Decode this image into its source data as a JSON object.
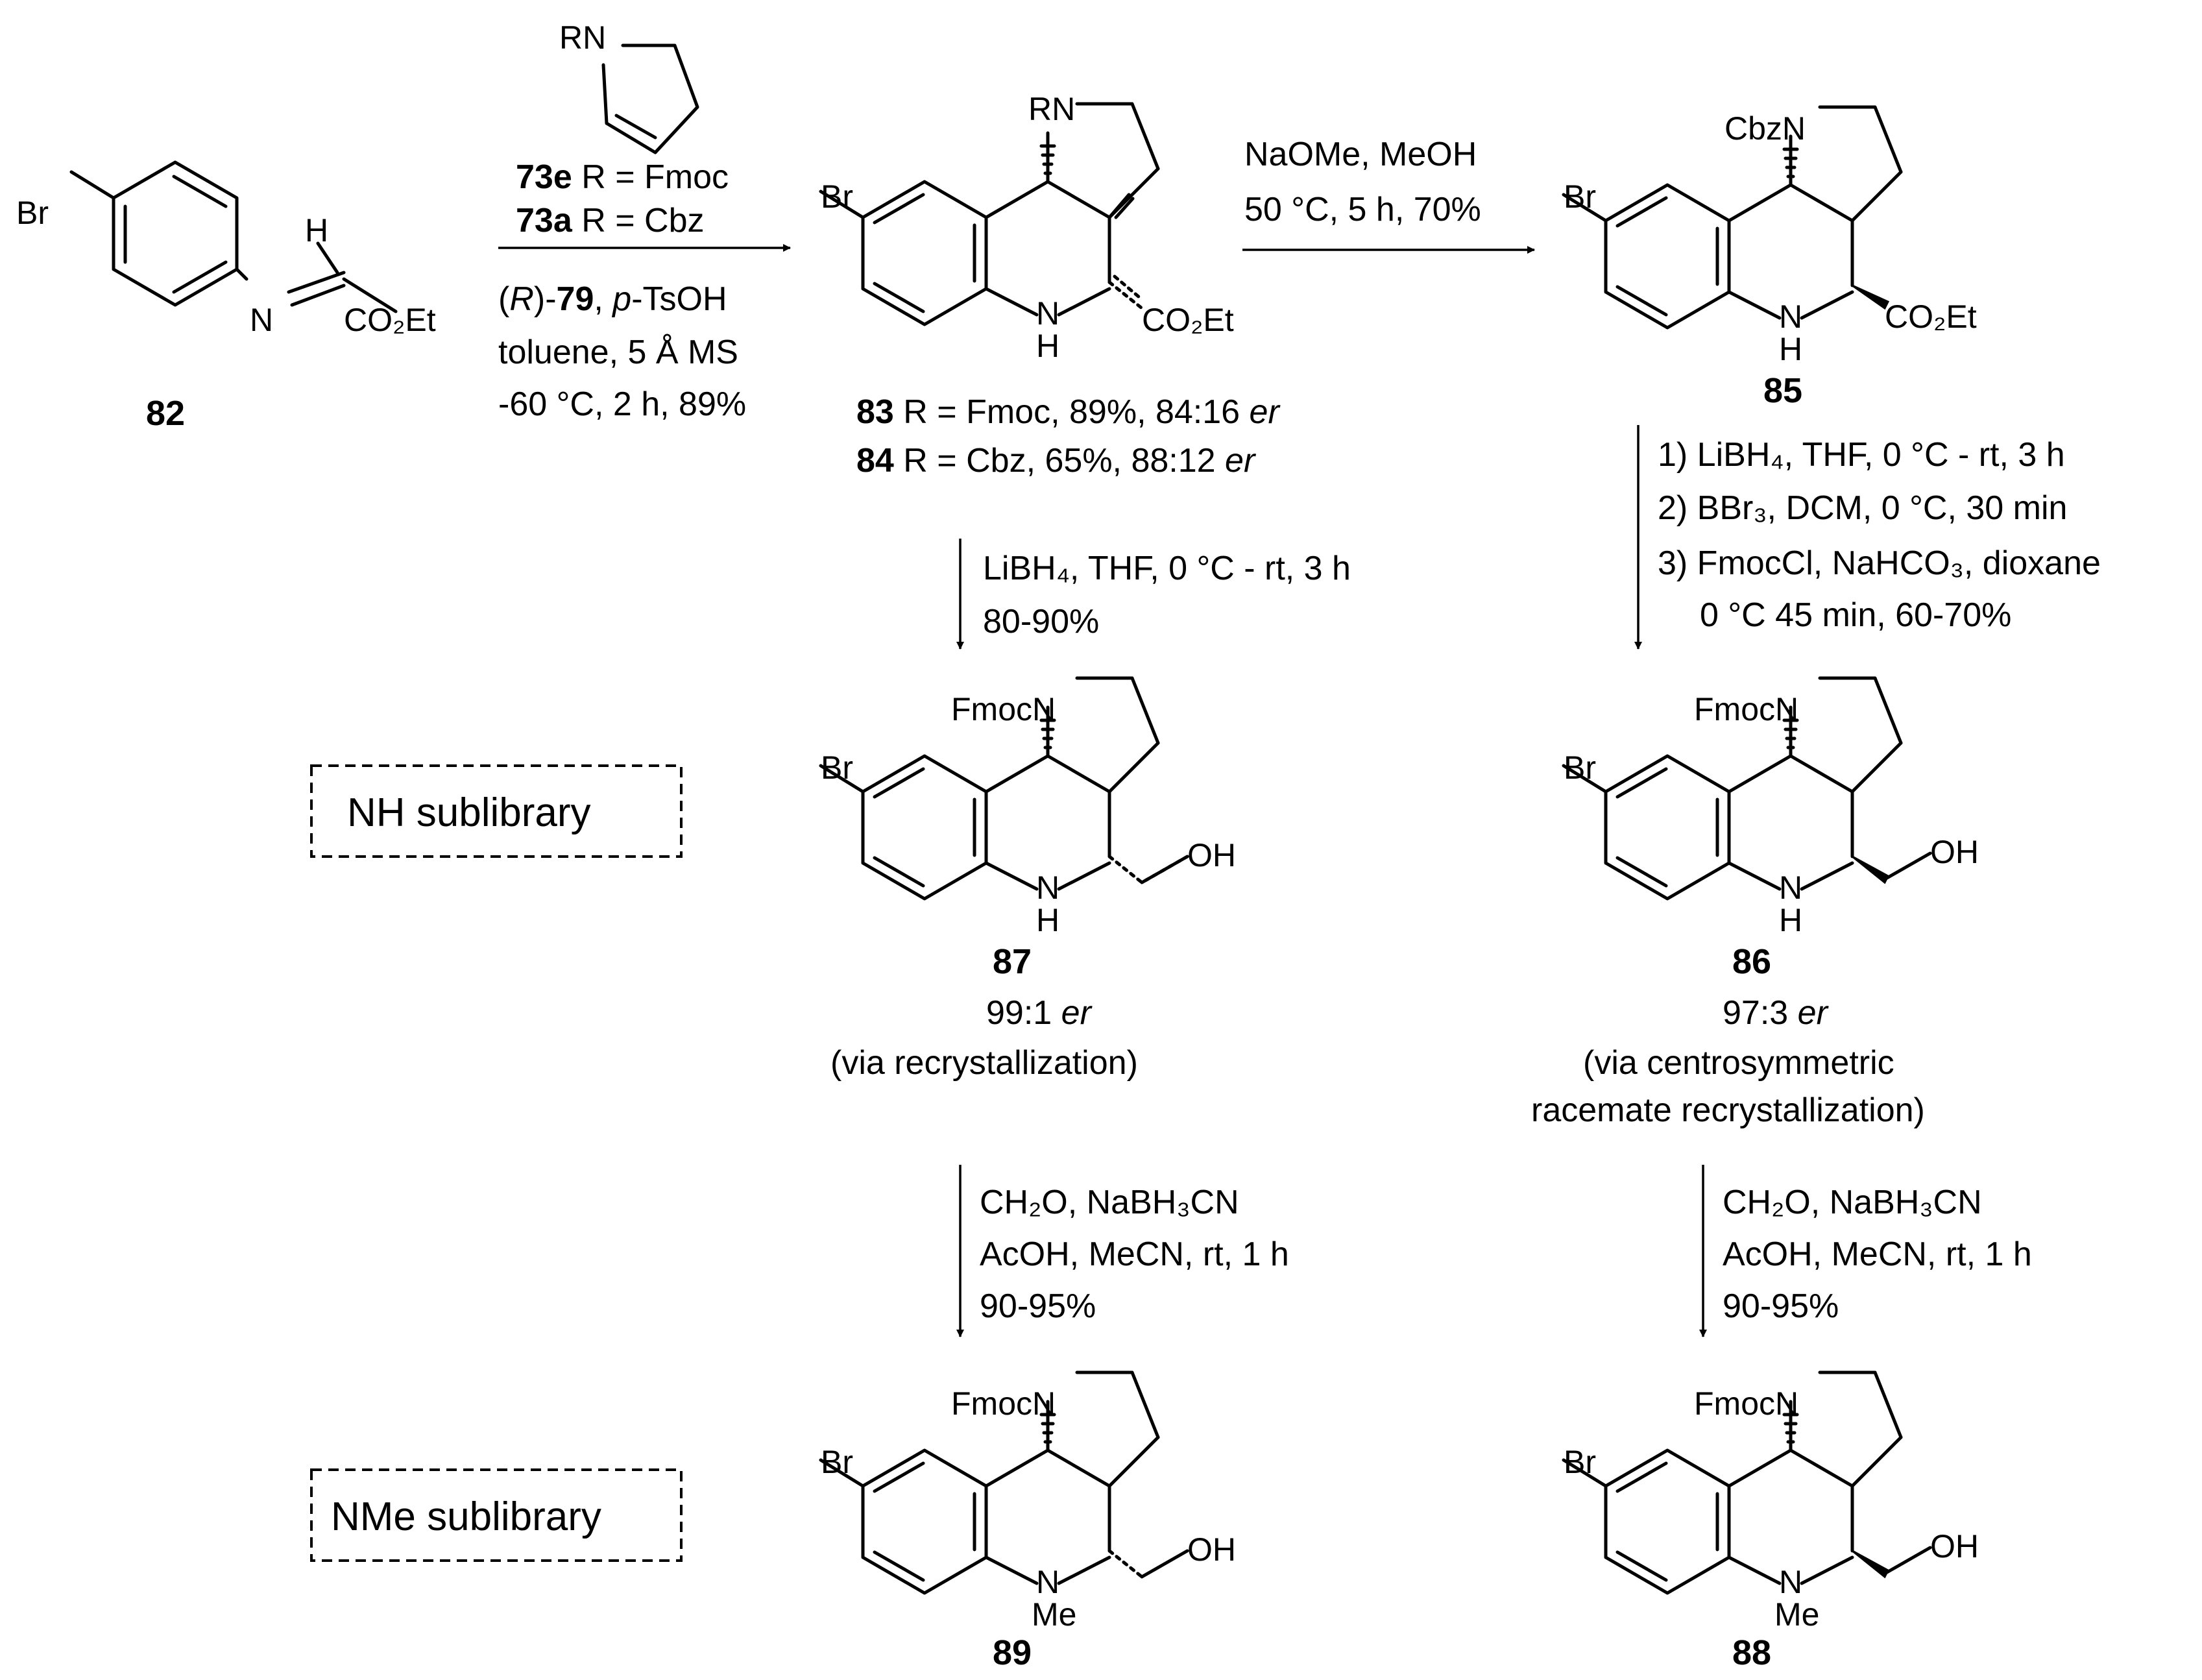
{
  "reagent_ring": {
    "rn_label": "RN"
  },
  "compound_82": {
    "br": "Br",
    "h": "H",
    "n": "N",
    "ester": "CO₂Et",
    "number": "82"
  },
  "step1": {
    "line1_num": "73e",
    "line1_text": " R = Fmoc",
    "line2_num": "73a",
    "line2_text": " R = Cbz",
    "line3_pre": "(",
    "line3_r": "R",
    "line3_mid": ")-",
    "line3_num": "79",
    "line3_sep": ", ",
    "line3_p": "p",
    "line3_rest": "-TsOH",
    "line4": "toluene, 5 Å MS",
    "line5": "-60 °C, 2 h, 89%"
  },
  "compound_83_84": {
    "br": "Br",
    "rn": "RN",
    "nh_n": "N",
    "nh_h": "H",
    "ester": "CO₂Et",
    "line1_num": "83",
    "line1_text": " R = Fmoc, 89%, 84:16 ",
    "line1_er": "er",
    "line2_num": "84",
    "line2_text": " R = Cbz, 65%, 88:12 ",
    "line2_er": "er"
  },
  "step2": {
    "line1": "NaOMe, MeOH",
    "line2": "50 °C, 5 h, 70%"
  },
  "compound_85": {
    "br": "Br",
    "cbzn": "CbzN",
    "nh_n": "N",
    "nh_h": "H",
    "ester": "CO₂Et",
    "number": "85"
  },
  "step3": {
    "line1": "1) LiBH₄, THF, 0 °C - rt, 3 h",
    "line2": "2) BBr₃, DCM, 0 °C, 30 min",
    "line3": "3) FmocCl, NaHCO₃, dioxane",
    "line4": "0 °C 45 min, 60-70%"
  },
  "step4": {
    "line1": "LiBH₄, THF, 0 °C - rt, 3 h",
    "line2": "80-90%"
  },
  "compound_87": {
    "br": "Br",
    "fmocn": "FmocN",
    "nh_n": "N",
    "nh_h": "H",
    "oh": "OH",
    "number": "87",
    "er_value": "99:1 ",
    "er_word": "er",
    "note": "(via recrystallization)"
  },
  "compound_86": {
    "br": "Br",
    "fmocn": "FmocN",
    "nh_n": "N",
    "nh_h": "H",
    "oh": "OH",
    "number": "86",
    "er_value": "97:3 ",
    "er_word": "er",
    "note1": "(via centrosymmetric",
    "note2": "racemate recrystallization)"
  },
  "step5": {
    "line1": "CH₂O, NaBH₃CN",
    "line2": "AcOH, MeCN, rt, 1 h",
    "line3": "90-95%"
  },
  "step6": {
    "line1": "CH₂O, NaBH₃CN",
    "line2": "AcOH, MeCN, rt, 1 h",
    "line3": "90-95%"
  },
  "compound_89": {
    "br": "Br",
    "fmocn": "FmocN",
    "n": "N",
    "me": "Me",
    "oh": "OH",
    "number": "89"
  },
  "compound_88": {
    "br": "Br",
    "fmocn": "FmocN",
    "n": "N",
    "me": "Me",
    "oh": "OH",
    "number": "88"
  },
  "sublibraries": {
    "nh": "NH sublibrary",
    "nme": "NMe sublibrary"
  }
}
